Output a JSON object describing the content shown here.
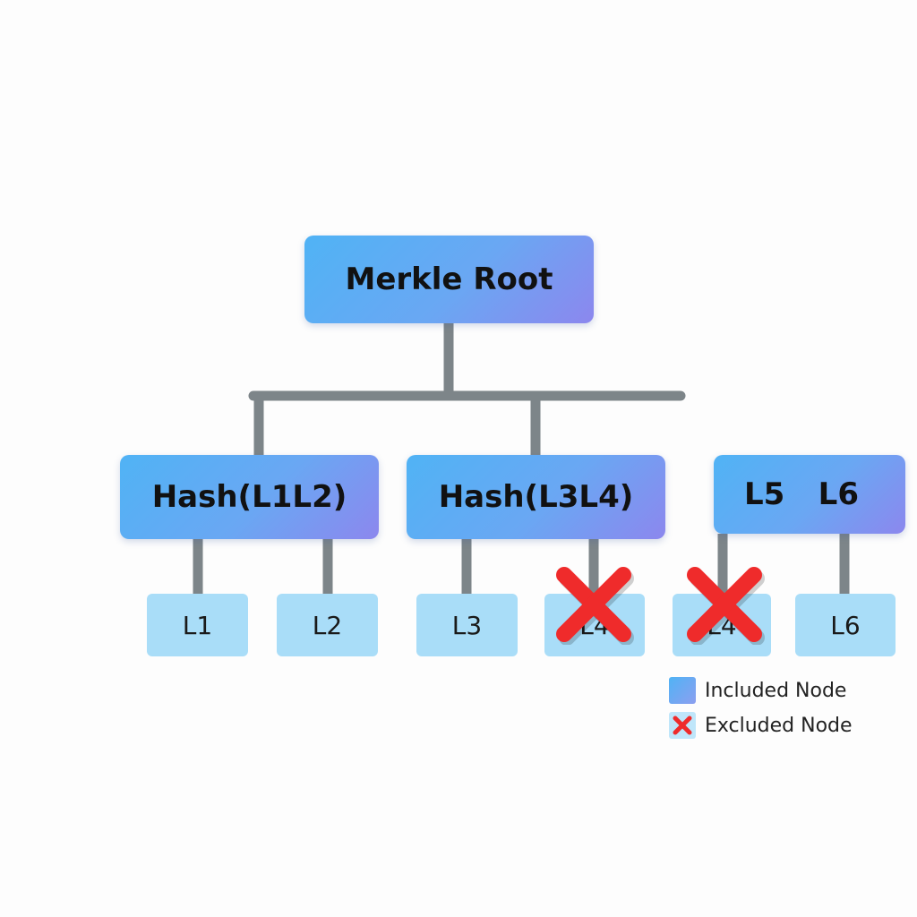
{
  "root": {
    "label": "Merkle Root"
  },
  "level1": [
    {
      "label": "Hash(L1L2)"
    },
    {
      "label": "Hash(L3L4)"
    },
    {
      "left_label": "L5",
      "right_label": "L6"
    }
  ],
  "leaves": [
    {
      "label": "L1",
      "excluded": false
    },
    {
      "label": "L2",
      "excluded": false
    },
    {
      "label": "L3",
      "excluded": false
    },
    {
      "label": "L4",
      "excluded": true
    },
    {
      "label": "L4",
      "excluded": true
    },
    {
      "label": "L6",
      "excluded": false
    }
  ],
  "legend": {
    "included_label": "Included Node",
    "excluded_label": "Excluded Node"
  },
  "colors": {
    "connector": "#7d8589",
    "exclude_mark": "#ef2b2b",
    "leaf_fill": "#a9ddf8",
    "hash_gradient_start": "#50b3f5",
    "hash_gradient_end": "#8c87ee"
  }
}
